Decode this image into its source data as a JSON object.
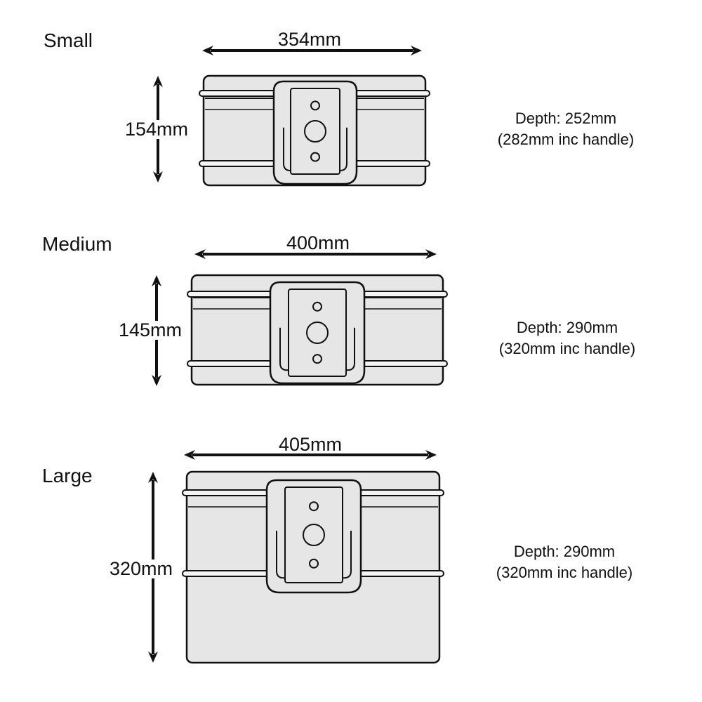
{
  "colors": {
    "case_fill": "#e6e6e6",
    "outline": "#111111",
    "background": "#ffffff"
  },
  "cases": [
    {
      "name": "Small",
      "width": "354mm",
      "height": "154mm",
      "depth": "Depth: 252mm",
      "depth_handle": "(282mm inc handle)"
    },
    {
      "name": "Medium",
      "width": "400mm",
      "height": "145mm",
      "depth": "Depth: 290mm",
      "depth_handle": "(320mm inc handle)"
    },
    {
      "name": "Large",
      "width": "405mm",
      "height": "320mm",
      "depth": "Depth: 290mm",
      "depth_handle": "(320mm inc handle)"
    }
  ]
}
